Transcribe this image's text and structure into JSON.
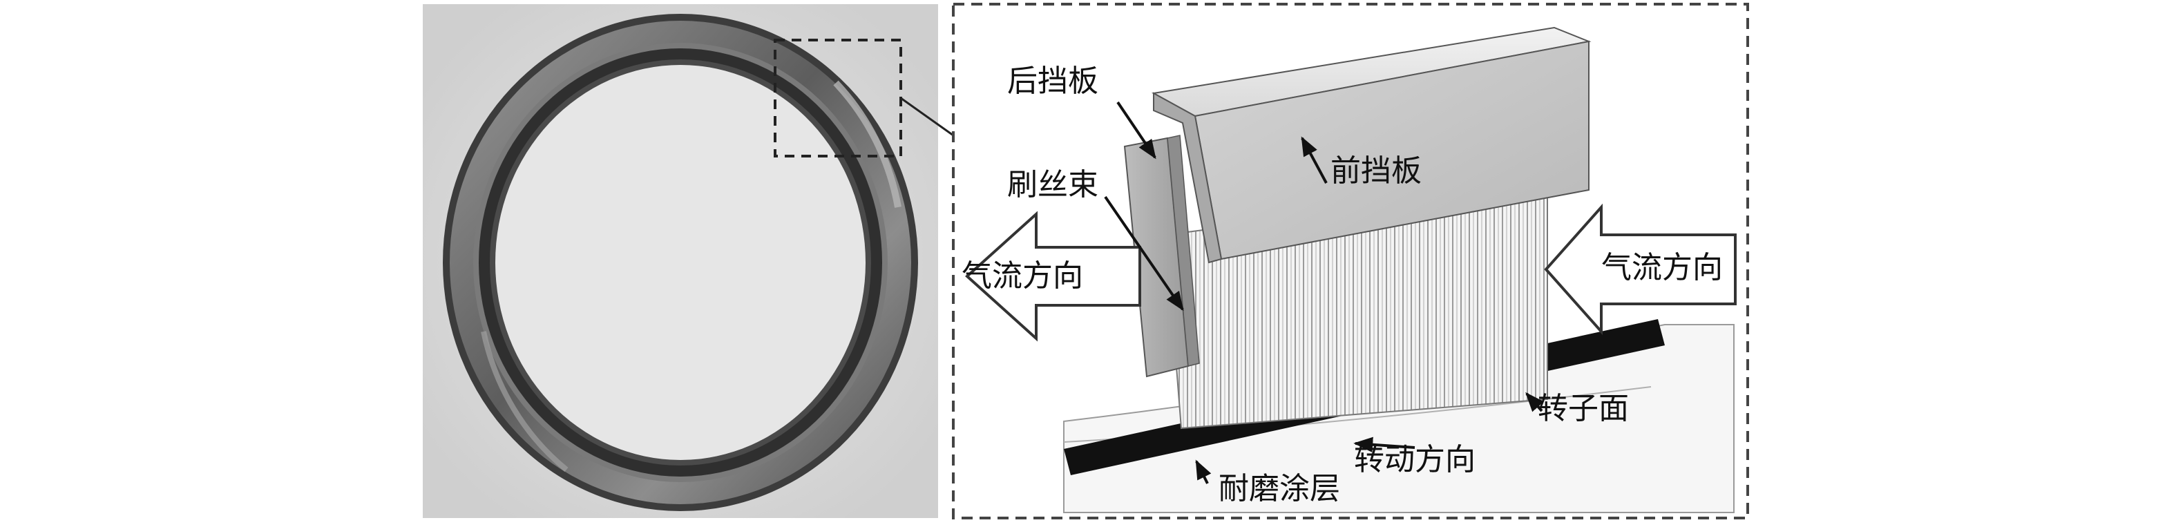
{
  "labels": {
    "rear_plate": "后挡板",
    "brush_bundle": "刷丝束",
    "front_plate": "前挡板",
    "airflow_left": "气流方向",
    "airflow_right": "气流方向",
    "rotor_surface": "转子面",
    "rotation_direction": "转动方向",
    "wear_coating": "耐磨涂层"
  }
}
